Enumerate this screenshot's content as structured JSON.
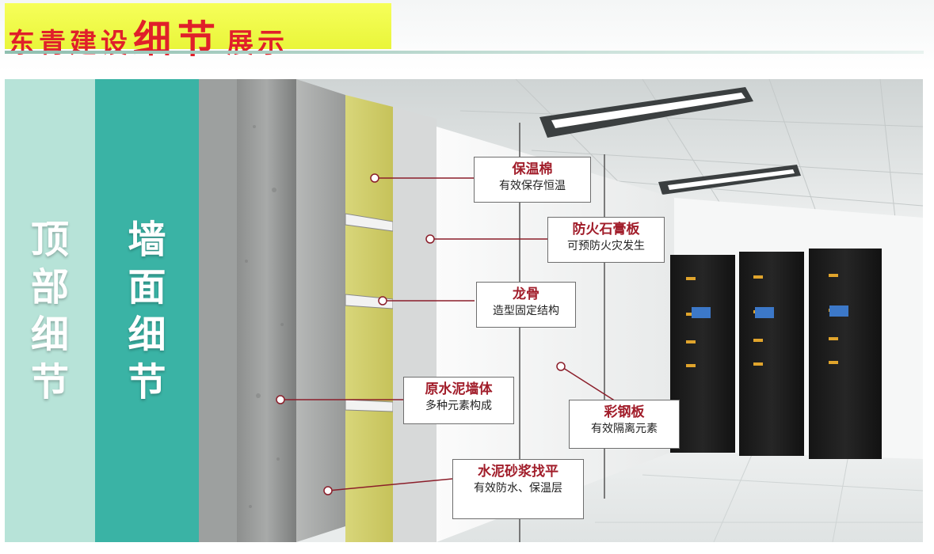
{
  "header": {
    "title_part1": "东青建设",
    "title_part2": "细节",
    "title_part3": "展示"
  },
  "tabs": [
    {
      "label_chars": [
        "顶",
        "部",
        "细",
        "节"
      ]
    },
    {
      "label_chars": [
        "墙",
        "面",
        "细",
        "节"
      ]
    }
  ],
  "callouts": [
    {
      "title": "保温棉",
      "desc": "有效保存恒温"
    },
    {
      "title": "防火石膏板",
      "desc": "可预防火灾发生"
    },
    {
      "title": "龙骨",
      "desc": "造型固定结构"
    },
    {
      "title": "原水泥墙体",
      "desc": "多种元素构成"
    },
    {
      "title": "彩钢板",
      "desc": "有效隔离元素"
    },
    {
      "title": "水泥砂浆找平",
      "desc": "有效防水、保温层"
    }
  ],
  "colors": {
    "header_bg": "#f2fb4a",
    "title_red": "#e0202a",
    "tab_roof": "#b7e3d8",
    "tab_wall": "#3ab3a5",
    "callout_title": "#a11d2a"
  }
}
